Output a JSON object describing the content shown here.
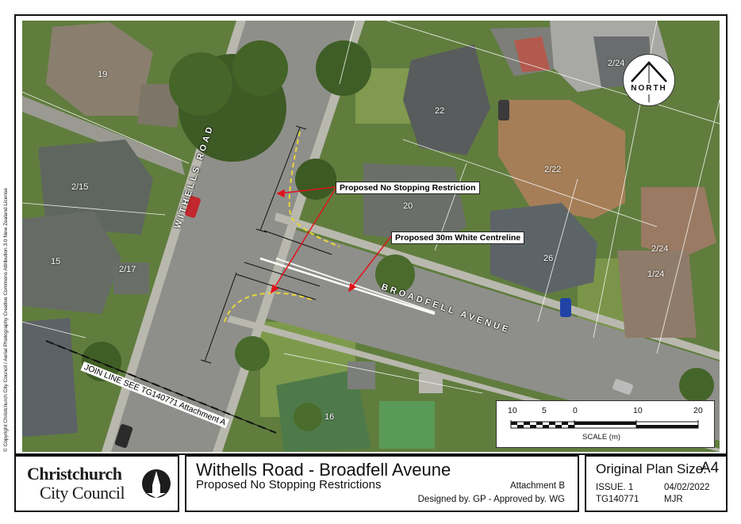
{
  "map": {
    "callouts": {
      "no_stopping": "Proposed No Stopping Restriction",
      "centreline": "Proposed 30m White Centreline"
    },
    "roads": {
      "withells": "WITHELLS ROAD",
      "broadfell": "BROADFELL AVENUE"
    },
    "join_line": "JOIN LINE   SEE TG140771 Attachment A",
    "house_numbers": [
      "19",
      "2/15",
      "15",
      "2/17",
      "22",
      "2/24",
      "2/22",
      "20",
      "26",
      "2/24",
      "1/24",
      "16"
    ],
    "north_label": "NORTH",
    "scale": {
      "ticks": [
        "10",
        "5",
        "0",
        "10",
        "20"
      ],
      "label": "SCALE (m)"
    },
    "copyright": "© Copyright Christchurch City Council / Aerial Photography Creative Commons Attribution 3.0 New Zealand License"
  },
  "logo": {
    "line1": "Christchurch",
    "line2": "City Council"
  },
  "title_block": {
    "title": "Withells Road - Broadfell Aveune",
    "subtitle": "Proposed No Stopping Restrictions",
    "attachment": "Attachment B",
    "designed": "Designed by. GP - Approved by. WG"
  },
  "info_block": {
    "plan_size_label": "Original Plan Size:",
    "plan_size_value": "A4",
    "issue": "ISSUE. 1",
    "date": "04/02/2022",
    "reference": "TG140771",
    "author": "MJR"
  },
  "colors": {
    "vegetation": "#5f7e3d",
    "road": "#8c8d89",
    "roof_grey": "#6b6f6a",
    "roof_brown": "#a57e57",
    "callout_arrow": "#e0141b",
    "yellow_line": "#e8d63a"
  }
}
